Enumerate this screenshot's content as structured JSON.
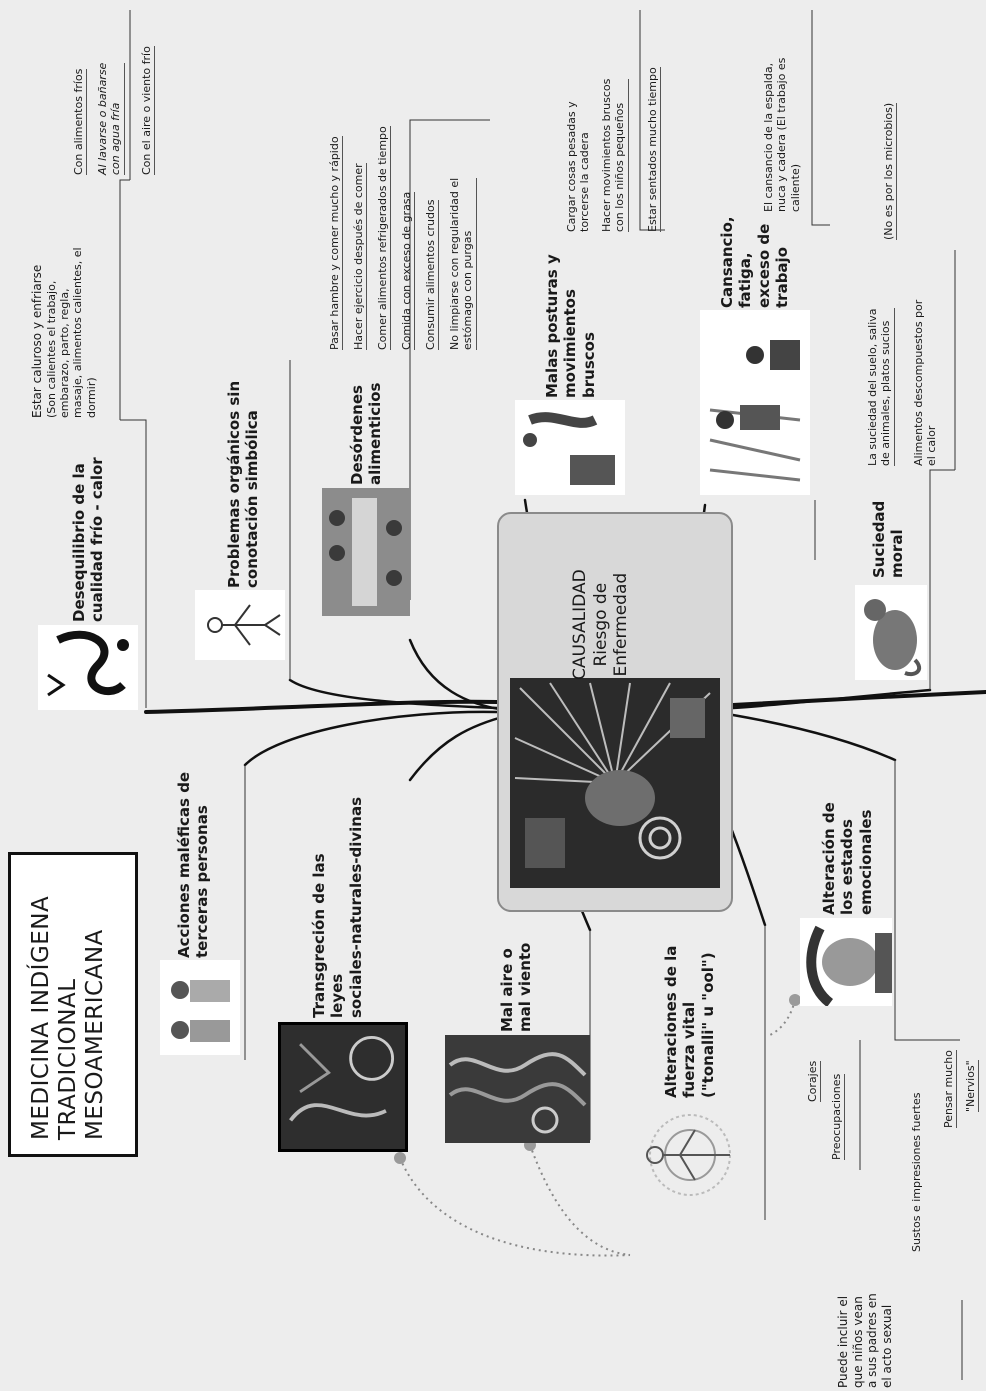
{
  "title": [
    "MEDICINA INDÍGENA",
    "TRADICIONAL",
    "MESOAMERICANA"
  ],
  "center": [
    "CAUSALIDAD",
    "Riesgo de",
    "Enfermedad"
  ],
  "branches": {
    "desequilibrio": {
      "label": [
        "Desequilibrio de la",
        "cualidad frío - calor"
      ],
      "detail": [
        "Estar caluroso y enfriarse",
        "(Son calientes el trabajo,",
        "embarazo, parto, regla,",
        "masaje, alimentos calientes, el",
        "dormir)"
      ],
      "items": [
        "Con alimentos fríos",
        "Al lavarse o bañarse",
        "con agua fría",
        "Con el aire o viento frío"
      ]
    },
    "problemas": {
      "label": [
        "Problemas orgánicos sin",
        "conotación simbólica"
      ]
    },
    "desordenes": {
      "label": [
        "Desórdenes",
        "alimenticios"
      ],
      "items": [
        "Pasar hambre y comer mucho y rápido",
        "Hacer ejercicio después de comer",
        "Comer alimentos refrigerados de tiempo",
        "Comida con exceso de grasa",
        "Consumir alimentos crudos",
        "No limpiarse con regularidad el",
        "estómago con purgas"
      ]
    },
    "malas": {
      "label": [
        "Malas posturas y",
        "movimientos",
        "bruscos"
      ],
      "items": [
        "Cargar cosas pesadas y",
        "torcerse la cadera",
        "Hacer movimientos bruscos",
        "con los niños pequeños",
        "Estar sentados mucho tiempo"
      ]
    },
    "cansancio": {
      "label": [
        "Cansancio,",
        "fatiga,",
        "exceso de",
        "trabajo"
      ],
      "detail": [
        "El cansancio de la espalda,",
        "nuca y cadera (El trabajo es",
        "caliente)"
      ]
    },
    "suciedad": {
      "label": [
        "Suciedad",
        "moral"
      ],
      "top": "(No es por los microbios)",
      "items": [
        "La suciedad del suelo, saliva",
        "de animales, platos sucios",
        "Alimentos descompuestos por",
        "el calor"
      ]
    },
    "acciones": {
      "label": [
        "Acciones maléficas de",
        "terceras personas"
      ]
    },
    "transgrecion": {
      "label": [
        "Transgreción de las",
        "leyes",
        "sociales-naturales-divinas"
      ]
    },
    "malaire": {
      "label": [
        "Mal aire o",
        "mal viento"
      ]
    },
    "alteraciones": {
      "label": [
        "Alteraciones de la",
        "fuerza vital",
        "(\"tonalli\" u \"ool\")"
      ]
    },
    "emocionales": {
      "label": [
        "Alteración de",
        "los estados",
        "emocionales"
      ],
      "items": [
        "Corajes",
        "Preocupaciones",
        "Sustos e impresiones fuertes",
        "Pensar mucho",
        "\"Nervios\""
      ]
    },
    "sexual": {
      "label": [
        "Puede incluir el",
        "que niños vean",
        "a sus padres en",
        "el acto sexual"
      ]
    }
  }
}
